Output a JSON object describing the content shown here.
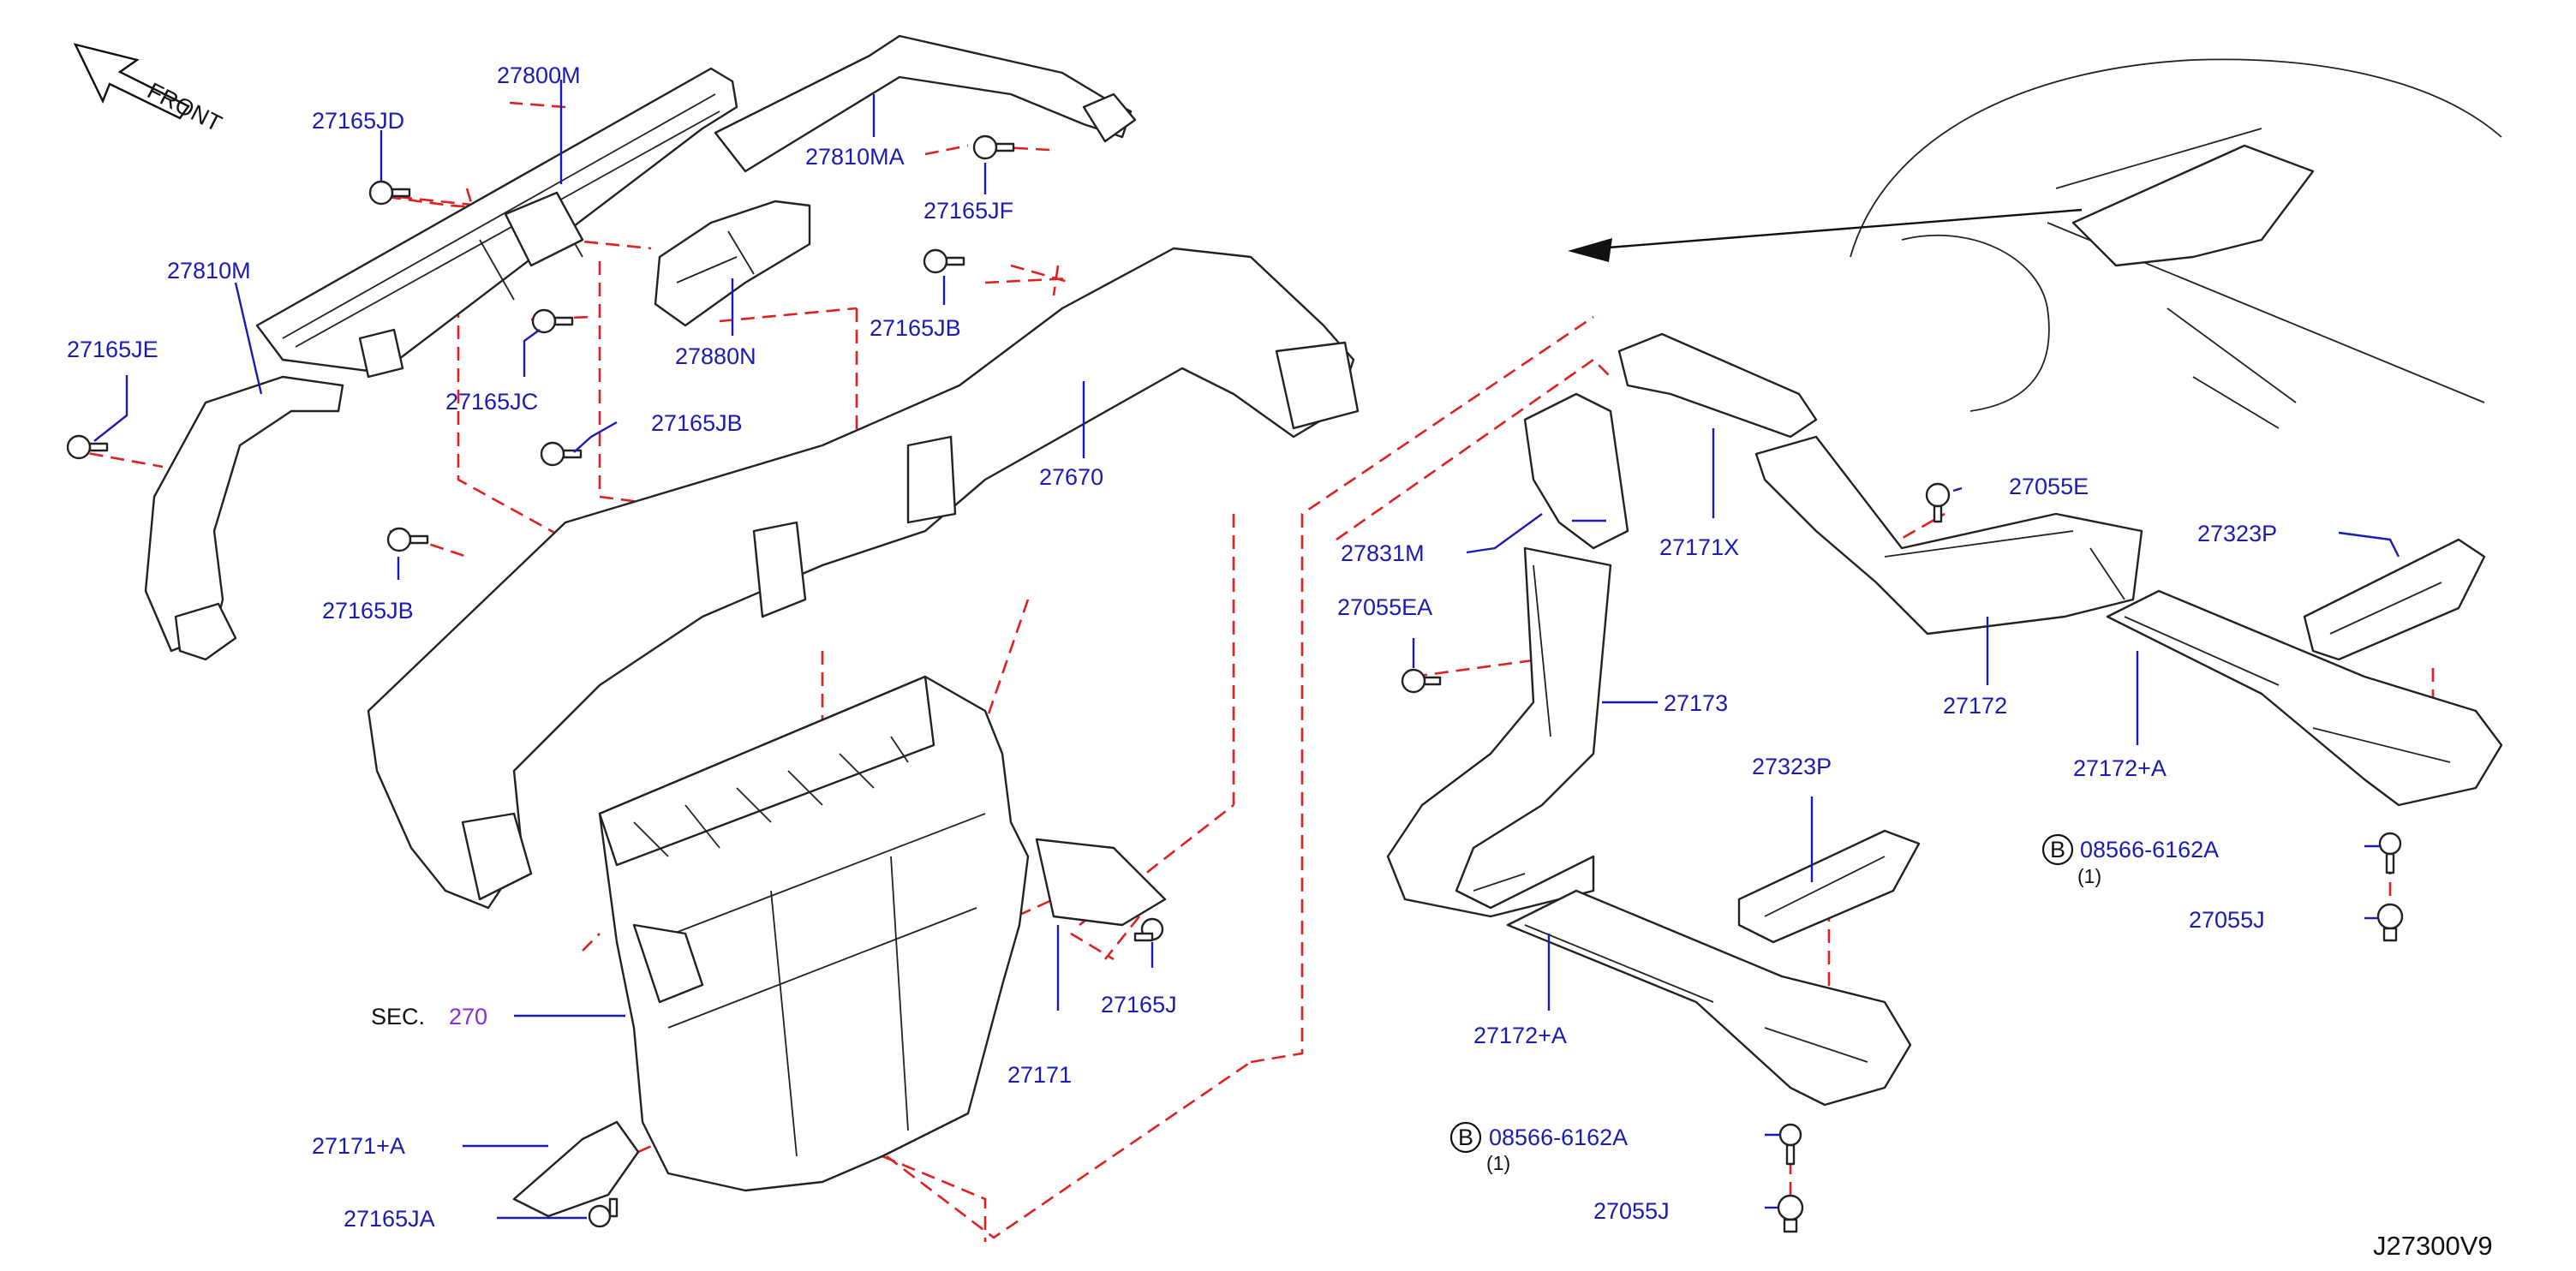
{
  "figure_code": "J27300V9",
  "direction_label": "FRONT",
  "section_ref": {
    "prefix": "SEC.",
    "number": "270"
  },
  "colors": {
    "label": "#1a1ab4",
    "leader": "#1a1ab4",
    "dashed_guide": "#e02020",
    "line_art": "#222222",
    "section_number": "#8a2be2"
  },
  "parts": {
    "p27800M": "27800M",
    "p27165JD": "27165JD",
    "p27810MA": "27810MA",
    "p27165JF": "27165JF",
    "p27810M": "27810M",
    "p27165JE": "27165JE",
    "p27880N": "27880N",
    "p27165JC": "27165JC",
    "p27165JB_a": "27165JB",
    "p27165JB_b": "27165JB",
    "p27165JB_c": "27165JB",
    "p27670": "27670",
    "p27165J": "27165J",
    "p27171": "27171",
    "p27171A": "27171+A",
    "p27165JA": "27165JA",
    "p27831M": "27831M",
    "p27171X": "27171X",
    "p27055E": "27055E",
    "p27323P_a": "27323P",
    "p27055EA": "27055EA",
    "p27173": "27173",
    "p27172": "27172",
    "p27172A_a": "27172+A",
    "p27323P_b": "27323P",
    "p27172A_b": "27172+A",
    "p27055J_a": "27055J",
    "p27055J_b": "27055J"
  },
  "bolt_callouts": [
    {
      "marker": "B",
      "part_no": "08566-6162A",
      "qty": "(1)"
    },
    {
      "marker": "B",
      "part_no": "08566-6162A",
      "qty": "(1)"
    }
  ]
}
